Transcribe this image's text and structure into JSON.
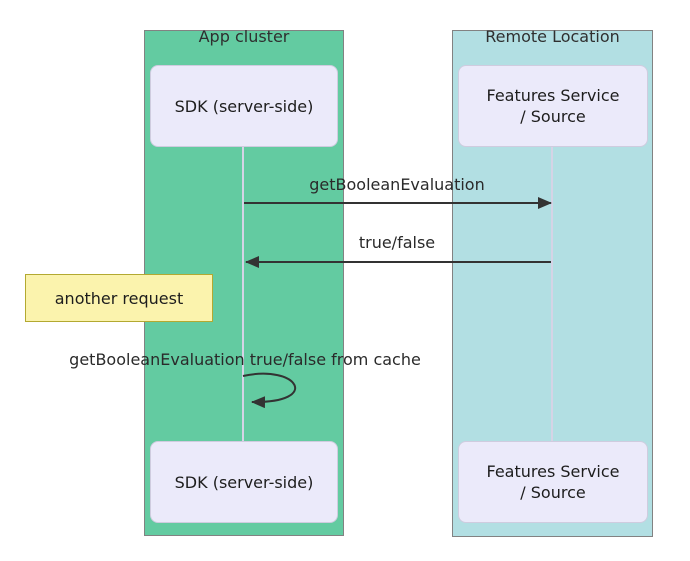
{
  "diagram": {
    "type": "sequence-diagram",
    "groups": {
      "app_cluster": {
        "label": "App cluster",
        "fill": "#63cba1"
      },
      "remote_location": {
        "label": "Remote Location",
        "fill": "#b2dfe3"
      }
    },
    "participants": {
      "sdk": {
        "label": "SDK (server-side)"
      },
      "features": {
        "lines": [
          "Features Service",
          "/ Source"
        ]
      }
    },
    "messages": {
      "m1": {
        "label": "getBooleanEvaluation",
        "from": "SDK (server-side)",
        "to": "Features Service / Source",
        "style": "solid-arrow-right"
      },
      "m2": {
        "label": "true/false",
        "from": "Features Service / Source",
        "to": "SDK (server-side)",
        "style": "solid-arrow-left"
      },
      "m3": {
        "label": "getBooleanEvaluation true/false from cache",
        "from": "SDK (server-side)",
        "to": "SDK (server-side)",
        "style": "self-loop"
      }
    },
    "note": {
      "label": "another request"
    },
    "colors": {
      "app_cluster_fill": "#63cba1",
      "remote_location_fill": "#b2dfe3",
      "participant_fill": "#ebeafa",
      "participant_border": "#cfccdf",
      "note_fill": "#fbf3ad",
      "note_border": "#b3a931",
      "lifeline": "#d5d4e6",
      "arrow": "#333333",
      "group_border": "#828282"
    }
  }
}
